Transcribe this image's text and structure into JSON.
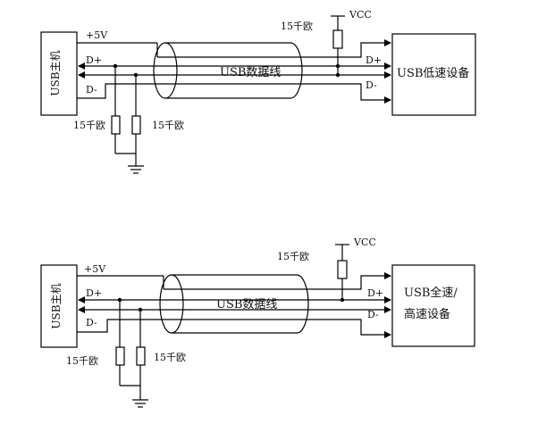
{
  "top": {
    "host_label": "USB主机",
    "vplus_label": "+5V",
    "dplus_left": "D+",
    "dminus_left": "D-",
    "resistor_left_a": "15千欧",
    "resistor_left_b": "15千欧",
    "cable_label": "USB数据线",
    "resistor_right": "15千欧",
    "vcc_label": "VCC",
    "dplus_right": "D+",
    "dminus_right": "D-",
    "device_label": "USB低速设备"
  },
  "bottom": {
    "host_label": "USB主机",
    "vplus_label": "+5V",
    "dplus_left": "D+",
    "dminus_left": "D-",
    "resistor_left_a": "15千欧",
    "resistor_left_b": "15千欧",
    "cable_label": "USB数据线",
    "resistor_right": "15千欧",
    "vcc_label": "VCC",
    "dplus_right": "D+",
    "dminus_right": "D-",
    "device_label_line1": "USB全速/",
    "device_label_line2": "高速设备"
  }
}
